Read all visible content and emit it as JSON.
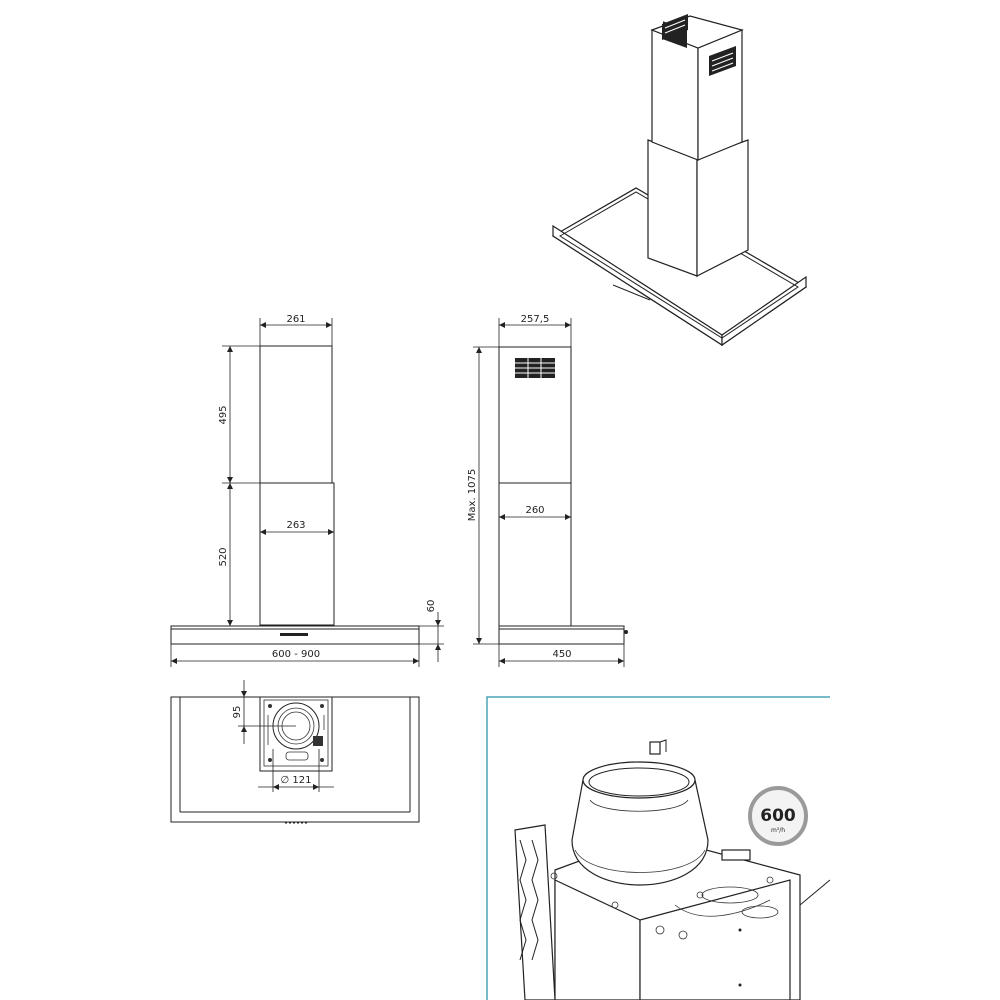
{
  "dimensions": {
    "front_top_width": "261",
    "front_upper_height": "495",
    "front_lower_width": "263",
    "front_lower_height": "520",
    "canopy_height": "60",
    "canopy_width": "600 - 900",
    "side_top_width": "257,5",
    "side_max_height": "Max. 1075",
    "side_lower_width": "260",
    "side_depth": "450",
    "outlet_offset": "95",
    "outlet_diameter": "∅ 121"
  },
  "badge": {
    "airflow_value": "600",
    "airflow_unit": "m³/h"
  },
  "colors": {
    "line": "#222222",
    "detail_frame": "#4aa3b8",
    "badge_ring": "#9a9a9a"
  }
}
